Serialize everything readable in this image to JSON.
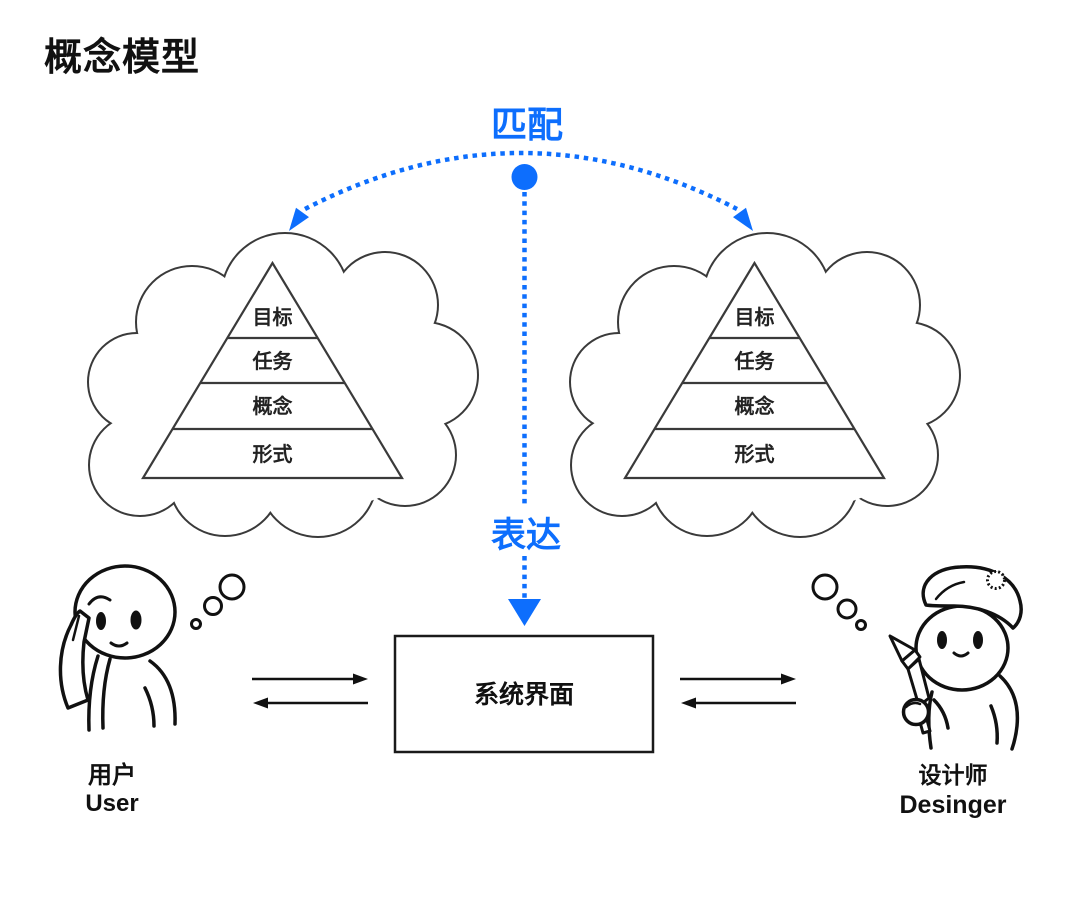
{
  "title": "概念模型",
  "colors": {
    "accent_blue": "#0d6efd",
    "cloud_stroke": "#3a3a3a",
    "ink": "#111111",
    "background": "#ffffff"
  },
  "relations": {
    "match": "匹配",
    "express": "表达"
  },
  "pyramid_levels": [
    "目标",
    "任务",
    "概念",
    "形式"
  ],
  "interface_box": {
    "label": "系统界面"
  },
  "actors": {
    "user": {
      "zh": "用户",
      "en": "User"
    },
    "designer": {
      "zh": "设计师",
      "en": "Desinger"
    }
  }
}
